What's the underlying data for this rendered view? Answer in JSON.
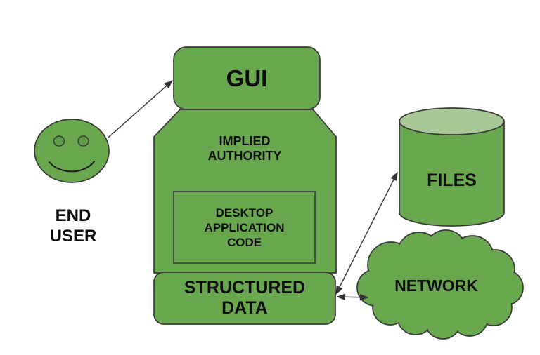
{
  "diagram": {
    "end_user": {
      "label": "END USER"
    },
    "gui": {
      "label": "GUI"
    },
    "app_body": {
      "label": "IMPLIED AUTHORITY"
    },
    "desktop_code": {
      "label": "DESKTOP APPLICATION CODE"
    },
    "structured_data": {
      "label": "STRUCTURED DATA"
    },
    "files": {
      "label": "FILES"
    },
    "network": {
      "label": "NETWORK"
    },
    "edges": [
      {
        "from": "end-user",
        "to": "gui",
        "direction": "one-way"
      },
      {
        "from": "structured-data",
        "to": "files",
        "direction": "two-way"
      },
      {
        "from": "structured-data",
        "to": "network",
        "direction": "two-way"
      }
    ],
    "colors": {
      "shape_fill": "#6aa84f",
      "cylinder_top_fill": "#a8c897",
      "eye_fill": "#5f9c45",
      "outline": "#383838",
      "arrow": "#333333",
      "text": "#0d0d0d",
      "background": "#ffffff"
    }
  }
}
